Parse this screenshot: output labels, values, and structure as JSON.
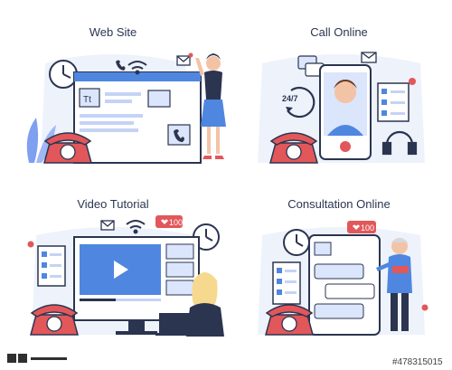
{
  "panels": [
    {
      "title": "Web Site"
    },
    {
      "title": "Call Online",
      "badge_247": "24/7"
    },
    {
      "title": "Video Tutorial",
      "likes": "100"
    },
    {
      "title": "Consultation Online",
      "likes": "100"
    }
  ],
  "website": {
    "text_tool": "Tt"
  },
  "stock": {
    "id": "#478315015"
  },
  "colors": {
    "accent_blue": "#4f86e0",
    "phone_red": "#e2575a",
    "screen_bg": "#e8eefc",
    "dark_navy": "#2b3550"
  }
}
